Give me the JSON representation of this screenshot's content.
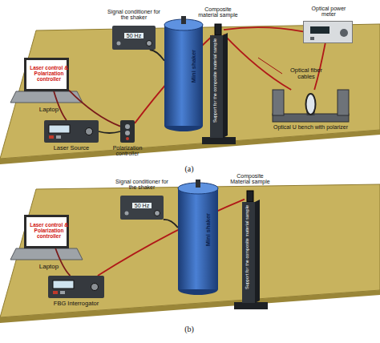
{
  "diagram": {
    "nodes": [
      {
        "text": [
          "Laser control & Polarization controller",
          "Laptop"
        ]
      },
      {
        "text": [
          "Laser Source"
        ]
      },
      {
        "text": [
          "Polarization controller"
        ]
      },
      {
        "text": [
          "50 Hz",
          "Signal conditioner for the shaker"
        ]
      },
      {
        "text": [
          "Mini shaker"
        ]
      },
      {
        "text": [
          "Composite material sample"
        ]
      },
      {
        "text": [
          "Support for the composite material sample"
        ]
      },
      {
        "text": [
          "Optical power meter"
        ]
      },
      {
        "text": [
          "Optical U bench with polarizer"
        ]
      },
      {
        "text": [
          "Laser control & Polarization controller",
          "Laptop"
        ]
      },
      {
        "text": [
          "FBG Interrogator"
        ]
      },
      {
        "text": [
          "50 Hz",
          "Signal conditioner for the shaker"
        ]
      },
      {
        "text": [
          "Mini shaker"
        ]
      },
      {
        "text": [
          "Composite Material sample"
        ]
      },
      {
        "text": [
          "Support for the composite material sample"
        ]
      }
    ],
    "edges": [
      {
        "from": 0,
        "to": 1,
        "arrow": "none"
      },
      {
        "from": 0,
        "to": 2,
        "arrow": "none"
      },
      {
        "from": 1,
        "to": 2,
        "arrow": "none"
      },
      {
        "from": 3,
        "to": 4,
        "arrow": "none"
      },
      {
        "from": 2,
        "to": 5,
        "arrow": "none"
      },
      {
        "from": 5,
        "to": 7,
        "arrow": "none"
      },
      {
        "from": 5,
        "to": 8,
        "arrow": "none"
      },
      {
        "from": 8,
        "to": 7,
        "arrow": "none"
      },
      {
        "from": 9,
        "to": 10,
        "arrow": "none"
      },
      {
        "from": 10,
        "to": 13,
        "arrow": "none"
      },
      {
        "from": 11,
        "to": 12,
        "arrow": "none"
      }
    ],
    "labels": [
      "Optical fiber cables",
      "(a)",
      "(b)"
    ]
  }
}
